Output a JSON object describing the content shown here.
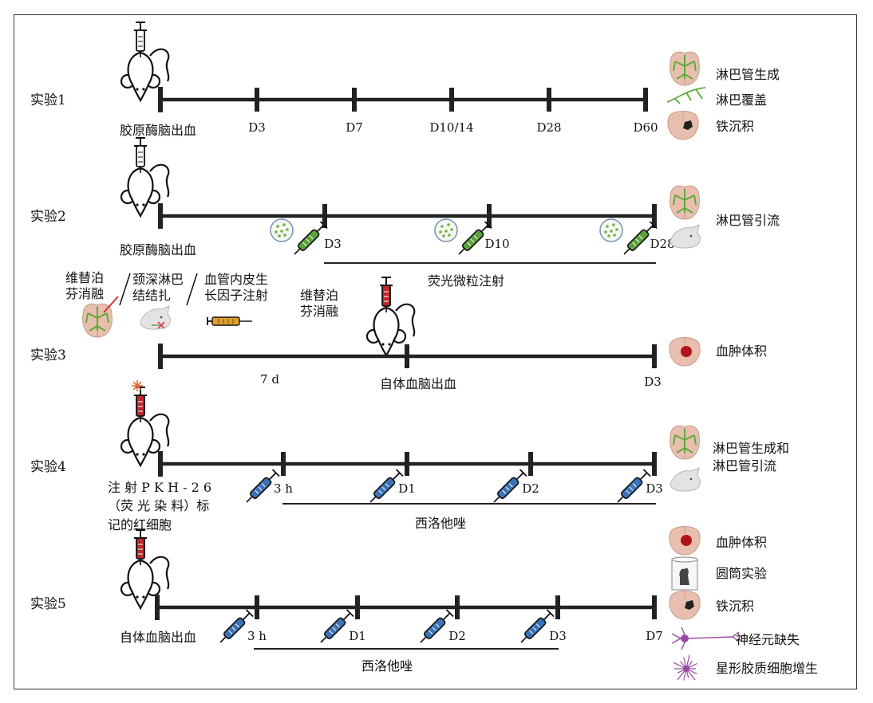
{
  "experiments": [
    {
      "title": "实验1",
      "start_label": "胶原酶脑出血",
      "ticks": [
        "D3",
        "D7",
        "D10/14",
        "D28",
        "D60"
      ],
      "outcomes": [
        "淋巴管生成",
        "淋巴覆盖",
        "铁沉积"
      ]
    },
    {
      "title": "实验2",
      "start_label": "胶原酶脑出血",
      "ticks": [
        "D3",
        "D10",
        "D28"
      ],
      "bracket_label": "荧光微粒注射",
      "outcomes": [
        "淋巴管引流"
      ]
    },
    {
      "title": "实验3",
      "pre_labels": {
        "verteporfin_1": [
          "维替泊",
          "芬消融"
        ],
        "ligation": [
          "颈深淋巴",
          "结结扎"
        ],
        "vegf": [
          "血管内皮生",
          "长因子注射"
        ],
        "verteporfin_2": [
          "维替泊",
          "芬消融"
        ]
      },
      "interval": "7 d",
      "mid_label": "自体血脑出血",
      "ticks": [
        "D3"
      ],
      "outcomes": [
        "血肿体积"
      ]
    },
    {
      "title": "实验4",
      "start_label_lines": [
        "注 射 P K H - 2 6",
        "（荧 光 染 料）标",
        "记的红细胞"
      ],
      "ticks": [
        "3 h",
        "D1",
        "D2",
        "D3"
      ],
      "bracket_label": "西洛他唑",
      "outcomes": [
        "淋巴管生成和",
        "淋巴管引流"
      ]
    },
    {
      "title": "实验5",
      "start_label": "自体血脑出血",
      "ticks": [
        "3 h",
        "D1",
        "D2",
        "D3",
        "D7"
      ],
      "bracket_label": "西洛他唑",
      "outcomes": [
        "血肿体积",
        "圆筒实验",
        "铁沉积",
        "神经元缺失",
        "星形胶质细胞增生"
      ]
    }
  ],
  "colors": {
    "line": "#222222",
    "syringe_green": "#5aa33c",
    "syringe_blue": "#3a73b8",
    "syringe_red": "#c0282b",
    "syringe_orange": "#e0a030",
    "brain": "#e8bfae",
    "lymph": "#5cab3a",
    "hematoma": "#b3141b",
    "neuron": "#9a4aa0"
  },
  "icons": [
    "mouse-icon",
    "syringe-icon",
    "brain-icon",
    "microbead-icon",
    "neuron-icon",
    "astrocyte-icon",
    "cylinder-icon"
  ]
}
